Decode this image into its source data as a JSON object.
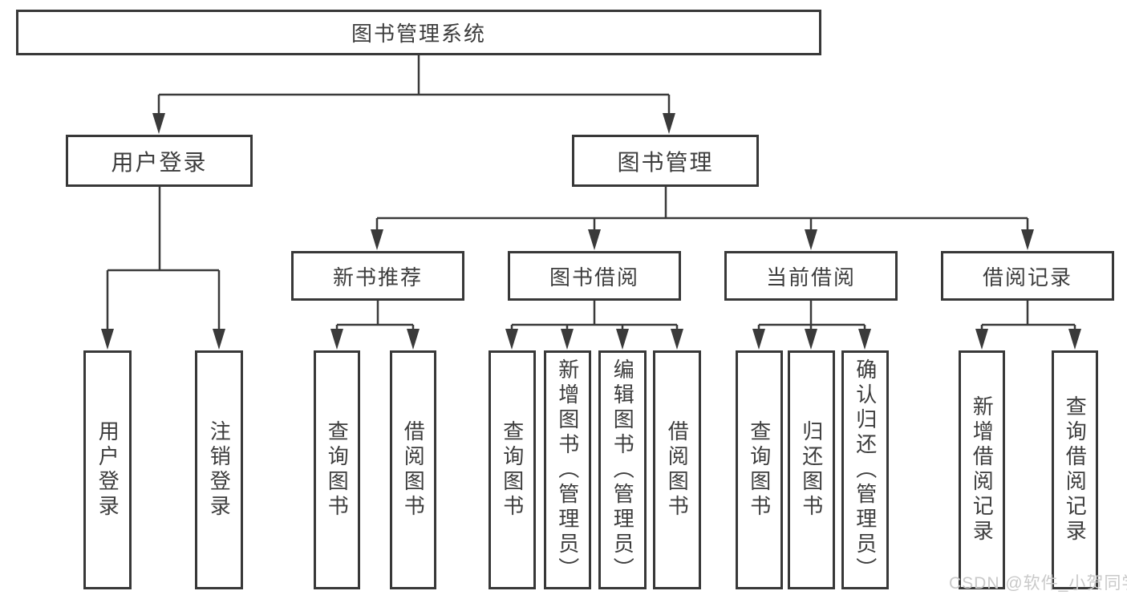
{
  "diagram": {
    "type": "hierarchy-tree",
    "colors": {
      "line": "#3a3a3a",
      "box_border": "#383838",
      "text": "#3d3d3d",
      "background": "#ffffff",
      "watermark": "#c9c9c9"
    },
    "watermark": "CSDN @软件_小贺同学"
  },
  "nodes": {
    "root": {
      "label": "图书管理系统"
    },
    "user_login": {
      "label": "用户登录"
    },
    "book_mgmt": {
      "label": "图书管理"
    },
    "new_book_rec": {
      "label": "新书推荐"
    },
    "book_borrow": {
      "label": "图书借阅"
    },
    "current_borrow": {
      "label": "当前借阅"
    },
    "borrow_record": {
      "label": "借阅记录"
    },
    "leaf_user_login": {
      "label": "用户登录"
    },
    "leaf_logout": {
      "label": "注销登录"
    },
    "leaf_rec_query": {
      "label": "查询图书"
    },
    "leaf_rec_borrow": {
      "label": "借阅图书"
    },
    "leaf_bb_query": {
      "label": "查询图书"
    },
    "leaf_bb_add": {
      "label": "新增图书（管理员）"
    },
    "leaf_bb_edit": {
      "label": "编辑图书（管理员）"
    },
    "leaf_bb_borrow": {
      "label": "借阅图书"
    },
    "leaf_cb_query": {
      "label": "查询图书"
    },
    "leaf_cb_return": {
      "label": "归还图书"
    },
    "leaf_cb_confirm": {
      "label": "确认归还（管理员）"
    },
    "leaf_br_add": {
      "label": "新增借阅记录"
    },
    "leaf_br_query": {
      "label": "查询借阅记录"
    }
  },
  "hierarchy": {
    "图书管理系统": [
      "用户登录",
      "图书管理"
    ],
    "用户登录": [
      "用户登录",
      "注销登录"
    ],
    "图书管理": [
      "新书推荐",
      "图书借阅",
      "当前借阅",
      "借阅记录"
    ],
    "新书推荐": [
      "查询图书",
      "借阅图书"
    ],
    "图书借阅": [
      "查询图书",
      "新增图书（管理员）",
      "编辑图书（管理员）",
      "借阅图书"
    ],
    "当前借阅": [
      "查询图书",
      "归还图书",
      "确认归还（管理员）"
    ],
    "借阅记录": [
      "新增借阅记录",
      "查询借阅记录"
    ]
  }
}
